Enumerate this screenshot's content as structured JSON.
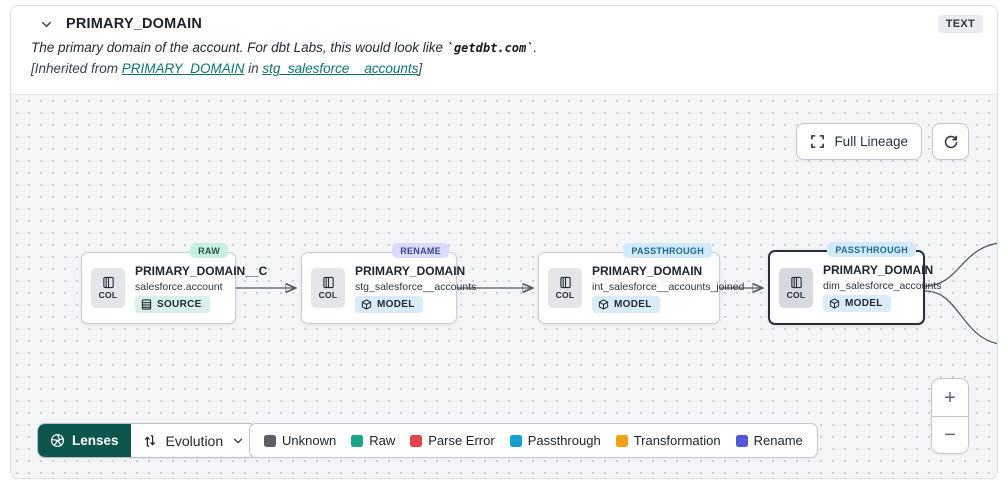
{
  "header": {
    "title": "PRIMARY_DOMAIN",
    "type_badge": "TEXT",
    "description": {
      "prefix": "The primary domain of the account. For dbt Labs, this would look like ",
      "code": "`getdbt.com`",
      "suffix": "."
    },
    "inherited": {
      "prefix": "[Inherited from ",
      "column_link": "PRIMARY_DOMAIN",
      "middle": " in ",
      "model_link": "stg_salesforce__accounts",
      "suffix": "]"
    }
  },
  "toolbar": {
    "full_lineage_label": "Full Lineage"
  },
  "nodes": [
    {
      "badge": "RAW",
      "badge_type": "raw",
      "col_label": "COL",
      "title": "PRIMARY_DOMAIN__C",
      "subtitle": "salesforce.account",
      "resource": "SOURCE",
      "selected": false
    },
    {
      "badge": "RENAME",
      "badge_type": "rename",
      "col_label": "COL",
      "title": "PRIMARY_DOMAIN",
      "subtitle": "stg_salesforce__accounts",
      "resource": "MODEL",
      "selected": false
    },
    {
      "badge": "PASSTHROUGH",
      "badge_type": "passthrough",
      "col_label": "COL",
      "title": "PRIMARY_DOMAIN",
      "subtitle": "int_salesforce__accounts_joined",
      "resource": "MODEL",
      "selected": false
    },
    {
      "badge": "PASSTHROUGH",
      "badge_type": "passthrough",
      "col_label": "COL",
      "title": "PRIMARY_DOMAIN",
      "subtitle": "dim_salesforce_accounts",
      "resource": "MODEL",
      "selected": true
    }
  ],
  "lenses": {
    "button_label": "Lenses",
    "selected_lens": "Evolution"
  },
  "legend": {
    "items": [
      {
        "label": "Unknown",
        "color": "#5c6066"
      },
      {
        "label": "Raw",
        "color": "#1fa38a"
      },
      {
        "label": "Parse Error",
        "color": "#e0444f"
      },
      {
        "label": "Passthrough",
        "color": "#189fd0"
      },
      {
        "label": "Transformation",
        "color": "#efa218"
      },
      {
        "label": "Rename",
        "color": "#5457d6"
      }
    ]
  },
  "zoom": {
    "zoom_in": "+",
    "zoom_out": "−"
  },
  "colors": {
    "accent_teal": "#0e7569",
    "lenses_button_bg": "#0d564e",
    "raw_badge_bg": "#c7f0e2",
    "rename_badge_bg": "#dbdafa",
    "passthrough_badge_bg": "#d2e9f9",
    "selected_node_border": "#272f38",
    "edge_color": "#525c66"
  }
}
